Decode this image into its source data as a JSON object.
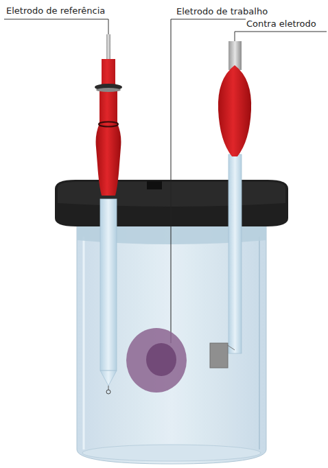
{
  "diagram": {
    "labels": [
      "Eletrodo de referência",
      "Eletrodo de trabalho",
      "Contra eletrodo"
    ]
  }
}
